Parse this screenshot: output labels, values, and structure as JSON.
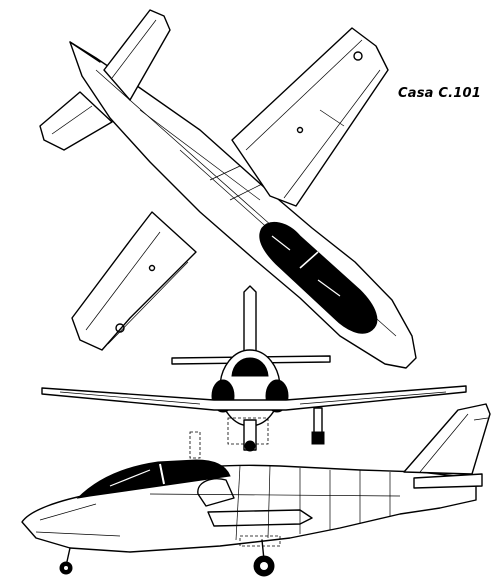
{
  "drawing": {
    "title": "Casa C.101",
    "views": [
      "plan-view",
      "front-view",
      "side-view"
    ]
  }
}
